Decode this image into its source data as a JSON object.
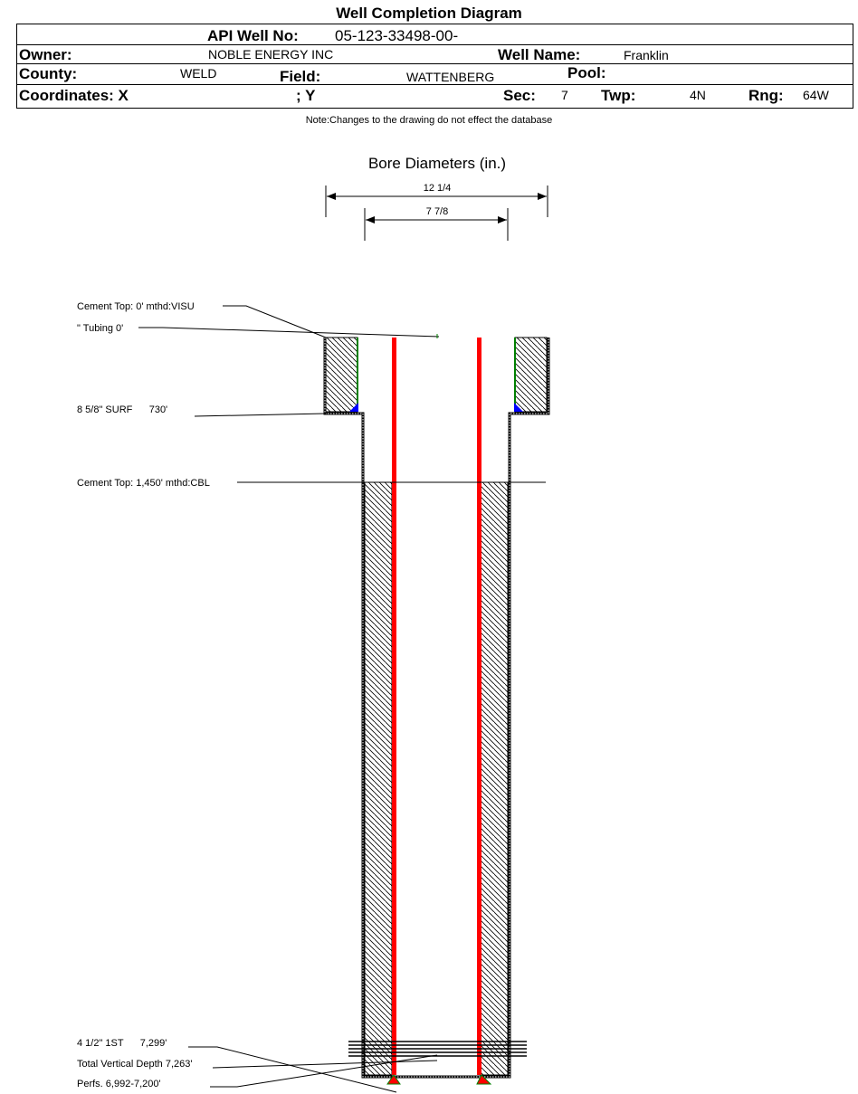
{
  "title": "Well Completion Diagram",
  "header": {
    "api_label": "API Well No:",
    "api_value": "05-123-33498-00-",
    "owner_label": "Owner:",
    "owner_value": "NOBLE ENERGY INC",
    "well_name_label": "Well Name:",
    "well_name_value": "Franklin",
    "county_label": "County:",
    "county_value": "WELD",
    "field_label": "Field:",
    "field_value": "WATTENBERG",
    "pool_label": "Pool:",
    "coord_label": "Coordinates: X",
    "coord_y_label": "; Y",
    "sec_label": "Sec:",
    "sec_value": "7",
    "twp_label": "Twp:",
    "twp_value": "4N",
    "rng_label": "Rng:",
    "rng_value": "64W"
  },
  "note": "Note:Changes to the drawing do not effect the database",
  "diagram": {
    "bore_title": "Bore Diameters (in.)",
    "bore_1": "12 1/4",
    "bore_2": "7 7/8",
    "labels": {
      "cement_top_1": "Cement Top: 0' mthd:VISU",
      "tubing": "\" Tubing 0'",
      "surf_casing": "8 5/8\" SURF      730'",
      "cement_top_2": "Cement Top: 1,450' mthd:CBL",
      "prod_casing": "4 1/2\" 1ST      7,299'",
      "tvd": "Total Vertical Depth 7,263'",
      "perfs": "Perfs. 6,992-7,200'"
    },
    "colors": {
      "tubing": "#ff0000",
      "cement_liner": "#008000",
      "shoe": "#0000ff"
    }
  }
}
